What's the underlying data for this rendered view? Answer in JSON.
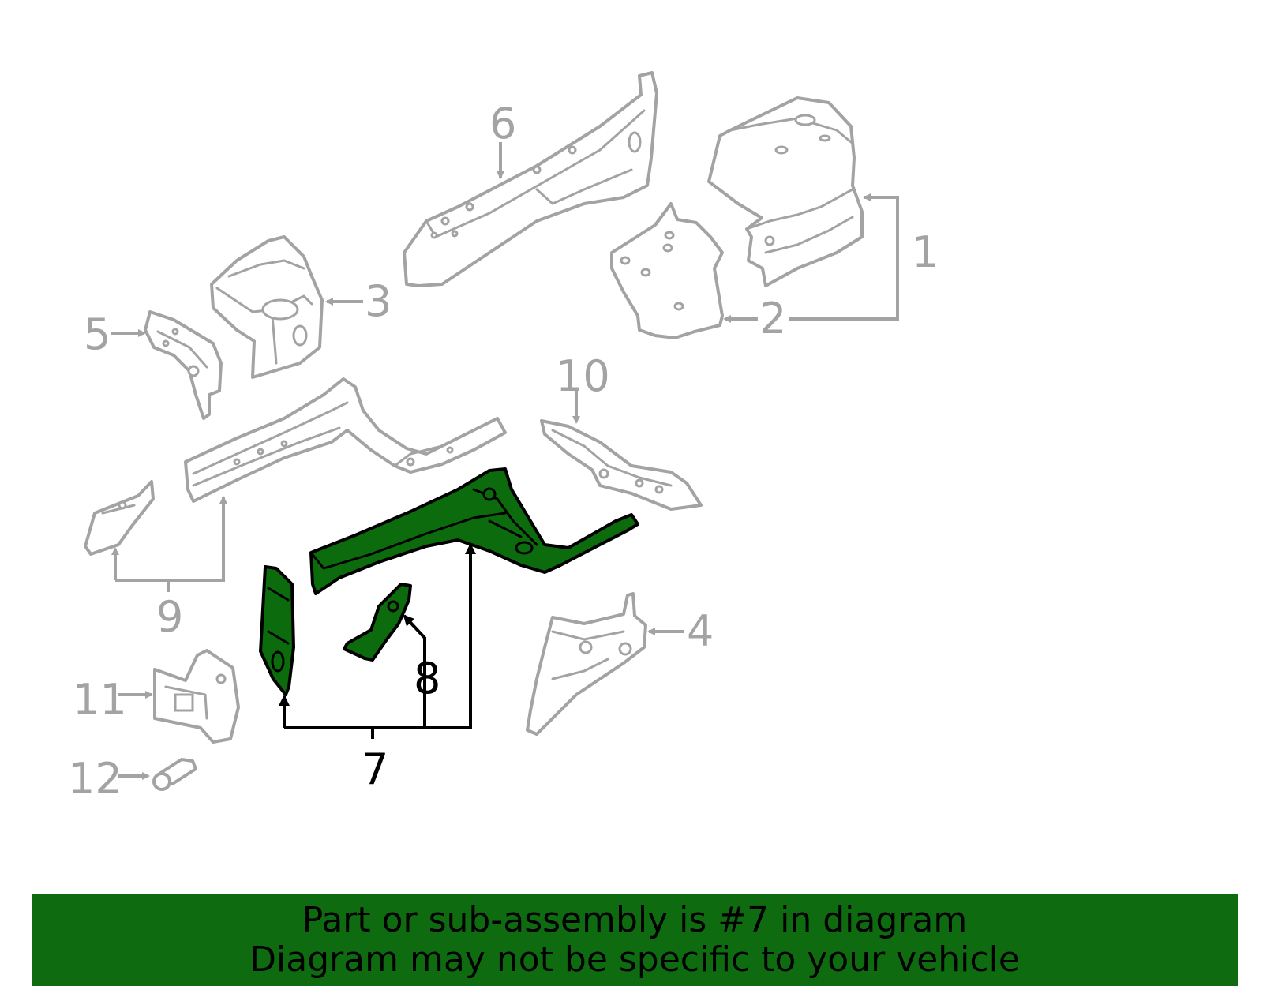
{
  "callouts": {
    "c1": "1",
    "c2": "2",
    "c3": "3",
    "c4": "4",
    "c5": "5",
    "c6": "6",
    "c7": "7",
    "c8": "8",
    "c9": "9",
    "c10": "10",
    "c11": "11",
    "c12": "12"
  },
  "highlight": {
    "part_number": "7",
    "color": "#0c6b0c"
  },
  "colors": {
    "inactive_line": "#a3a3a3",
    "active_line": "#000000",
    "banner_bg": "#0f6b0f"
  },
  "banner": {
    "line1": "Part or sub-assembly is #7 in diagram",
    "line2": "Diagram may not be specific to your vehicle"
  }
}
